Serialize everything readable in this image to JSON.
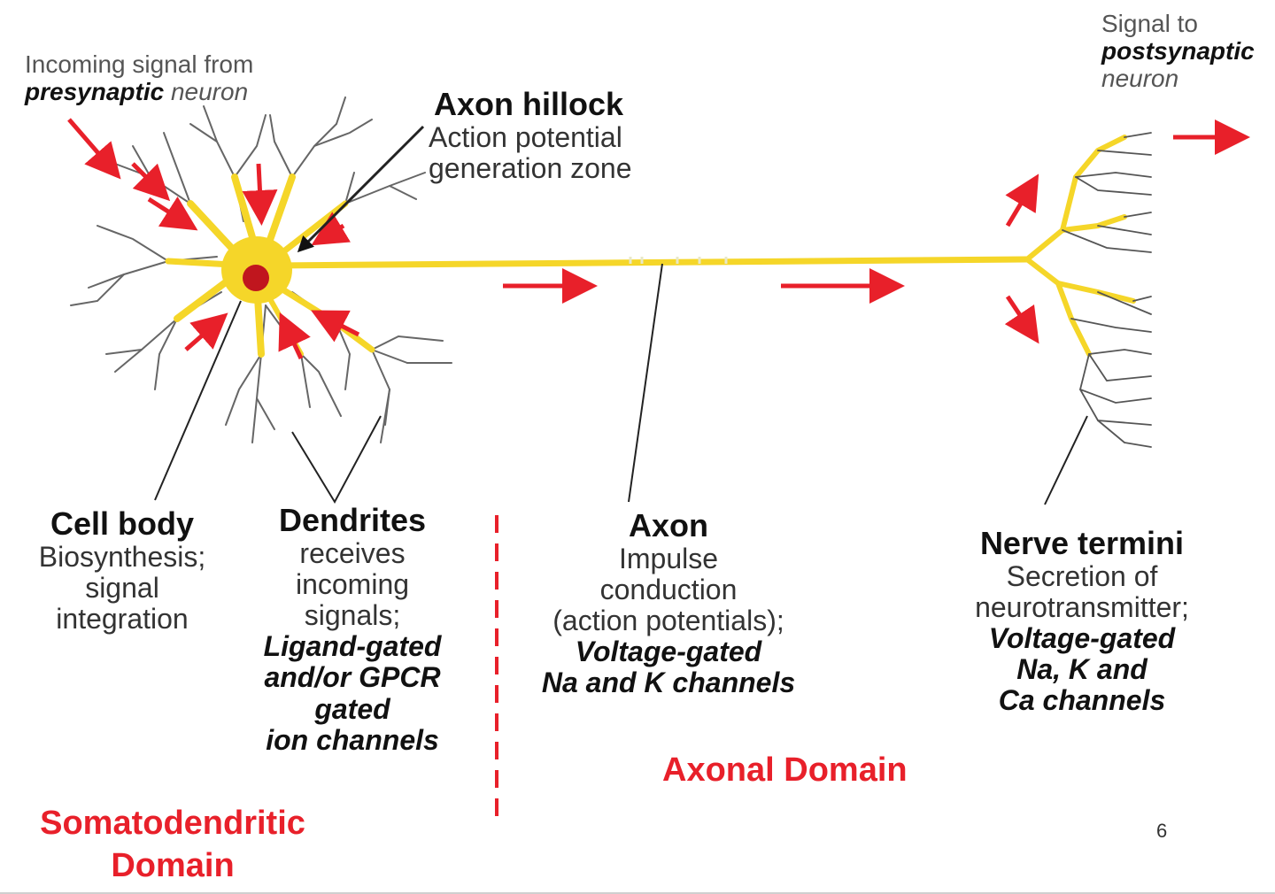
{
  "incoming": {
    "line1": "Incoming signal from",
    "bold": "presynaptic",
    "rest": " neuron"
  },
  "hillock": {
    "title": "Axon hillock",
    "line1": "Action potential",
    "line2": "generation zone"
  },
  "signal_to": {
    "line1": "Signal to",
    "bold": "postsynaptic",
    "line3": "neuron"
  },
  "cell_body": {
    "title": "Cell body",
    "lines": [
      "Biosynthesis;",
      "signal",
      "integration"
    ]
  },
  "dendrites": {
    "title": "Dendrites",
    "lines": [
      "receives",
      "incoming",
      "signals;"
    ],
    "bold_lines": [
      "Ligand-gated",
      "and/or GPCR",
      "gated",
      "ion channels"
    ]
  },
  "axon": {
    "title": "Axon",
    "lines": [
      "Impulse",
      "conduction",
      "(action potentials);"
    ],
    "bold_lines": [
      "Voltage-gated",
      "Na and K channels"
    ]
  },
  "termini": {
    "title": "Nerve termini",
    "lines": [
      "Secretion of",
      "neurotransmitter;"
    ],
    "bold_lines": [
      "Voltage-gated",
      "Na, K and",
      "Ca channels"
    ]
  },
  "domains": {
    "somato_line1": "Somatodendritic",
    "somato_line2": "Domain",
    "axonal": "Axonal Domain"
  },
  "page_number": "6",
  "colors": {
    "neuron": "#f5d629",
    "nucleus": "#c0161e",
    "arrow": "#e8202a",
    "dendrite_outline": "#555555",
    "domain_label": "#e8202a"
  }
}
